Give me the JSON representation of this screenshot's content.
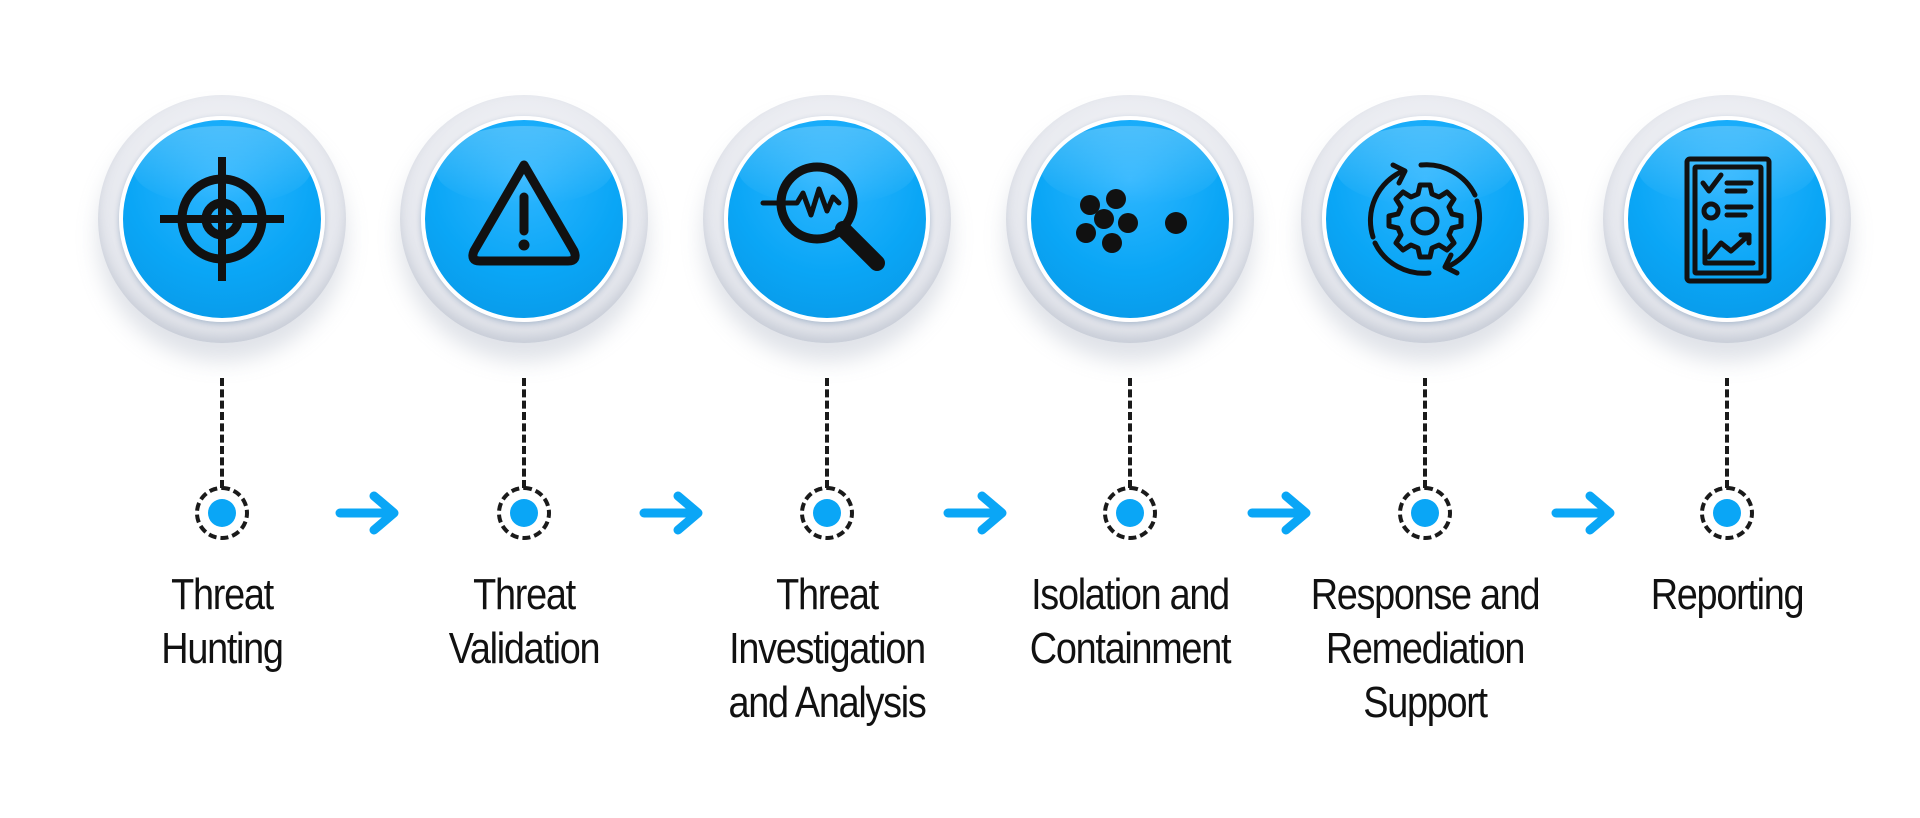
{
  "accent_color": "#0aa6f6",
  "steps": [
    {
      "label_lines": [
        "Threat",
        "Hunting"
      ],
      "icon": "crosshair-icon"
    },
    {
      "label_lines": [
        "Threat",
        "Validation"
      ],
      "icon": "warning-triangle-icon"
    },
    {
      "label_lines": [
        "Threat",
        "Investigation",
        "and Analysis"
      ],
      "icon": "magnifier-pulse-icon"
    },
    {
      "label_lines": [
        "Isolation and",
        "Containment"
      ],
      "icon": "isolated-dots-icon"
    },
    {
      "label_lines": [
        "Response and",
        "Remediation",
        "Support"
      ],
      "icon": "gear-cycle-icon"
    },
    {
      "label_lines": [
        "Reporting"
      ],
      "icon": "report-checklist-icon"
    }
  ]
}
